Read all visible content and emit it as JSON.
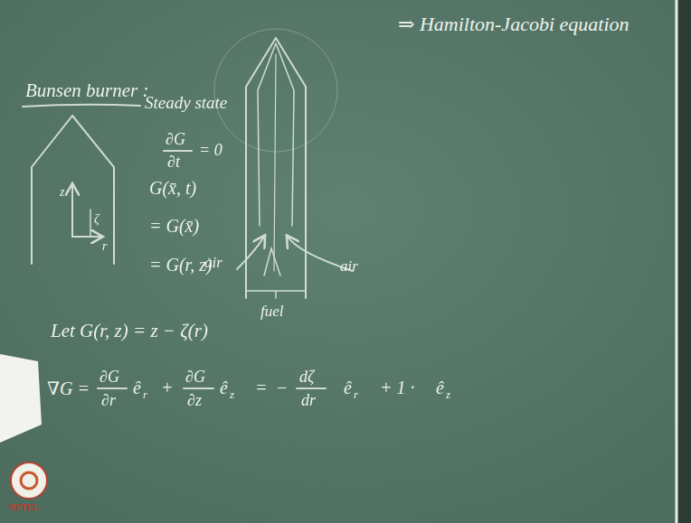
{
  "diagram": {
    "labels": [
      "⇒ Hamilton-Jacobi equation",
      "Bunsen burner :",
      "z",
      "ζ",
      "r",
      "Steady state",
      "∂G",
      "∂t",
      "= 0",
      "G(x̄, t)",
      "= G(x̄)",
      "= G(r, z)",
      "Let G(r, z) = z − ζ(r)",
      "∇G =",
      "∂G",
      "∂r",
      "ê",
      "r",
      "+",
      "∂G",
      "∂z",
      "ê",
      "z",
      "=",
      "−",
      "dζ",
      "dr",
      "ê",
      "r",
      "+ 1 ·",
      "ê",
      "z",
      "air",
      "air",
      "fuel",
      "NPTEL"
    ]
  }
}
